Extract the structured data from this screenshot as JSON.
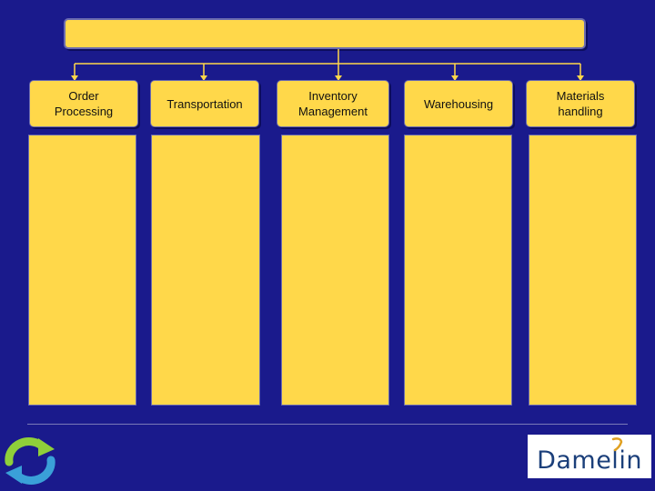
{
  "diagram": {
    "top_box_label": "",
    "columns": [
      {
        "title": "Order\nProcessing",
        "body": ""
      },
      {
        "title": "Transportation",
        "body": ""
      },
      {
        "title": "Inventory\nManagement",
        "body": ""
      },
      {
        "title": "Warehousing",
        "body": ""
      },
      {
        "title": "Materials\nhandling",
        "body": ""
      }
    ]
  },
  "logo": {
    "text": "Damelin"
  },
  "colors": {
    "background": "#1a1a8c",
    "box_fill": "#ffd84a",
    "connector": "#ffd84a",
    "logo_text": "#1b3f7a"
  },
  "icons": {
    "bottom_left": "refresh-icon"
  }
}
